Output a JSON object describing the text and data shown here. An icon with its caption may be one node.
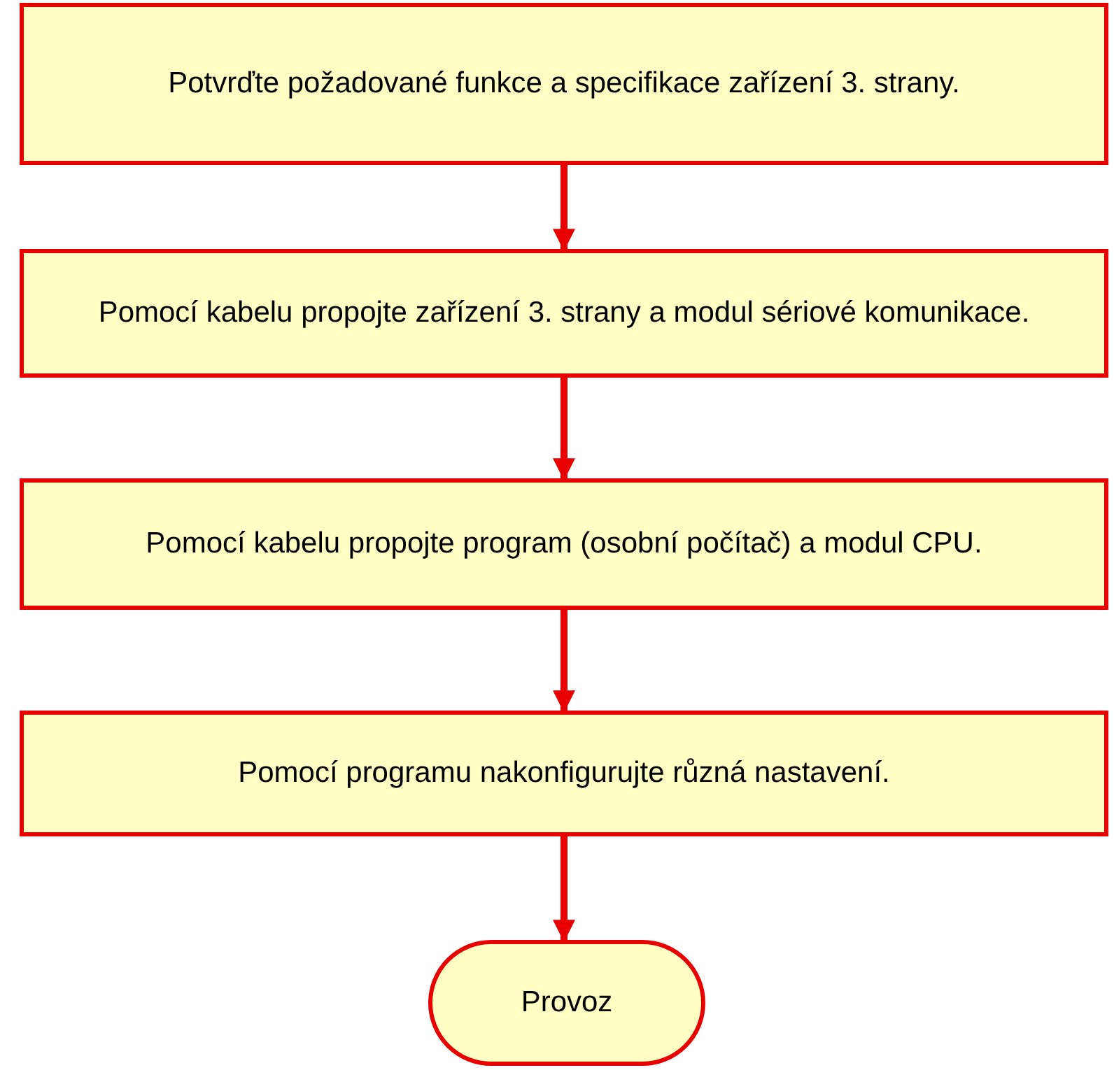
{
  "diagram": {
    "nodes": [
      {
        "text": [
          "Potvrďte požadované funkce a specifikace zařízení 3. strany."
        ]
      },
      {
        "text": [
          "Pomocí kabelu propojte zařízení 3. strany a modul sériové komunikace."
        ]
      },
      {
        "text": [
          "Pomocí kabelu propojte program (osobní počítač) a modul CPU."
        ]
      },
      {
        "text": [
          "Pomocí programu nakonfigurujte různá nastavení."
        ]
      },
      {
        "text": [
          "Provoz"
        ]
      }
    ],
    "edges": [
      {
        "from": 0,
        "to": 1,
        "arrow": "to"
      },
      {
        "from": 1,
        "to": 2,
        "arrow": "to"
      },
      {
        "from": 2,
        "to": 3,
        "arrow": "to"
      },
      {
        "from": 3,
        "to": 4,
        "arrow": "to"
      }
    ]
  }
}
